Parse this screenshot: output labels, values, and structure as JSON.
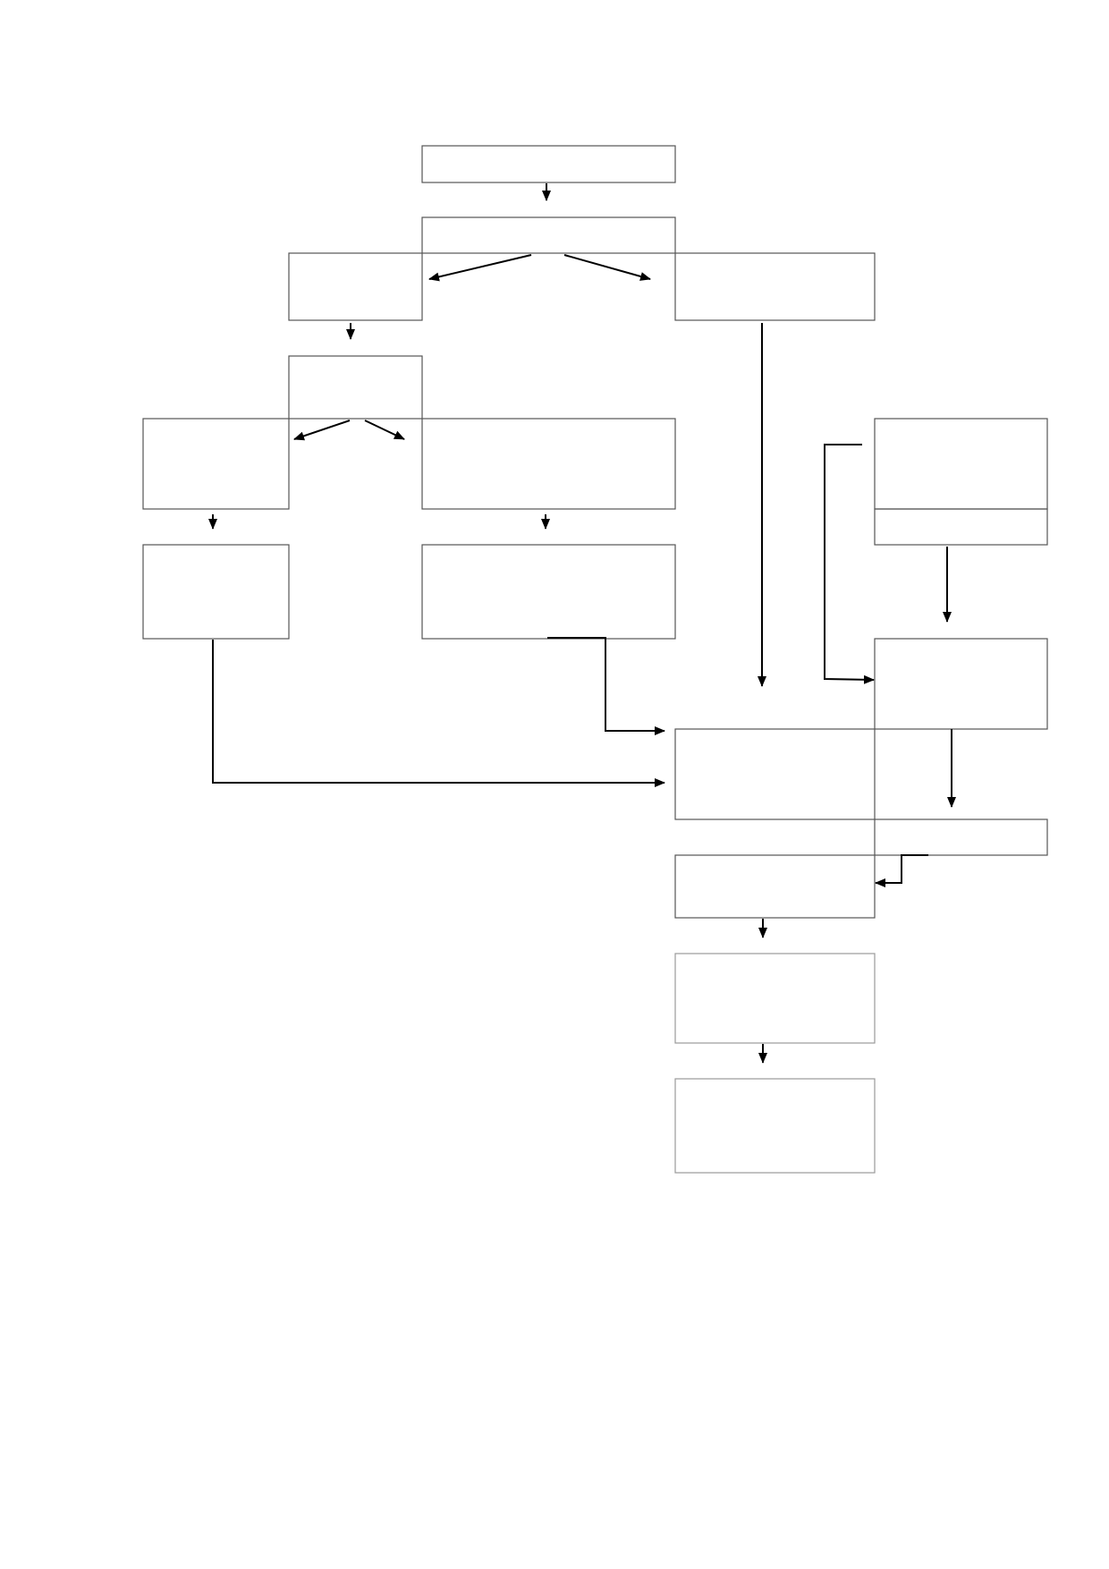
{
  "document": {
    "title": ""
  },
  "colors": {
    "box_stroke": "#555555",
    "box_stroke_light": "#9a9a9a",
    "connector": "#000000",
    "background": "#ffffff"
  },
  "boxes": [
    {
      "id": "b01",
      "text": ""
    },
    {
      "id": "b02",
      "text": ""
    },
    {
      "id": "b03",
      "text": ""
    },
    {
      "id": "b04",
      "text": ""
    },
    {
      "id": "b05",
      "text": ""
    },
    {
      "id": "b06",
      "text": ""
    },
    {
      "id": "b07",
      "text": ""
    },
    {
      "id": "b08",
      "text": ""
    },
    {
      "id": "b09",
      "text": ""
    },
    {
      "id": "b10",
      "text": ""
    },
    {
      "id": "b11",
      "text": ""
    },
    {
      "id": "b12",
      "text": ""
    },
    {
      "id": "b13",
      "text": ""
    },
    {
      "id": "b14",
      "text": ""
    },
    {
      "id": "b15",
      "text": ""
    },
    {
      "id": "b16",
      "text": ""
    },
    {
      "id": "b17",
      "text": ""
    },
    {
      "id": "b18",
      "text": ""
    }
  ],
  "connectors": [
    {
      "id": "c01",
      "from": "b01",
      "to": "b02"
    },
    {
      "id": "c02",
      "from": "b02",
      "to": "b03"
    },
    {
      "id": "c03",
      "from": "b02",
      "to": "b04"
    },
    {
      "id": "c04",
      "from": "b03",
      "to": "b05"
    },
    {
      "id": "c05",
      "from": "b05",
      "to": "b06"
    },
    {
      "id": "c06",
      "from": "b05",
      "to": "b07"
    },
    {
      "id": "c07",
      "from": "b06",
      "to": "b10"
    },
    {
      "id": "c08",
      "from": "b07",
      "to": "b11"
    },
    {
      "id": "c09",
      "from": "b04",
      "to": "b13"
    },
    {
      "id": "c10",
      "from": "b09",
      "to": "b12"
    },
    {
      "id": "c11",
      "from": "b08",
      "to": "b12"
    },
    {
      "id": "c12",
      "from": "b11",
      "to": "b13"
    },
    {
      "id": "c13",
      "from": "b10",
      "to": "b13"
    },
    {
      "id": "c14",
      "from": "b12",
      "to": "b14"
    },
    {
      "id": "c15",
      "from": "b14",
      "to": "b15"
    },
    {
      "id": "c16",
      "from": "b15",
      "to": "b16"
    },
    {
      "id": "c17",
      "from": "b16",
      "to": "b17"
    }
  ]
}
